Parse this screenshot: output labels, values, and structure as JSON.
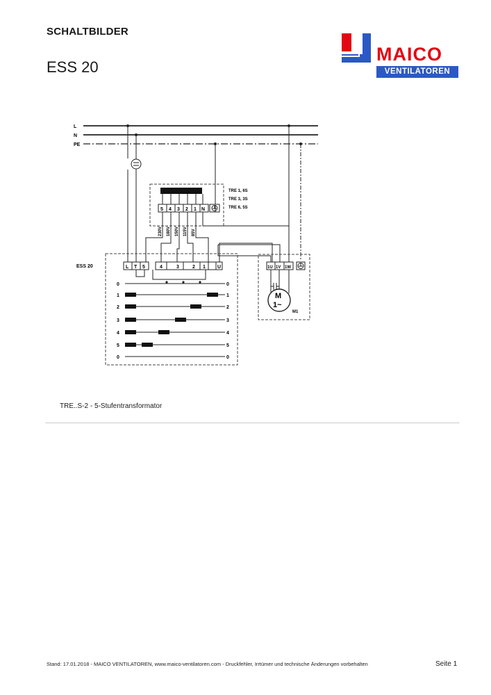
{
  "header": {
    "section_title": "SCHALTBILDER",
    "product": "ESS 20"
  },
  "logo": {
    "brand": "MAICO",
    "sub": "VENTILATOREN",
    "red": "#e30613",
    "blue": "#2b59c3"
  },
  "diagram": {
    "lines": {
      "l": "L",
      "n": "N",
      "pe": "PE"
    },
    "transformer": {
      "labels": [
        "TRE 1, 6S",
        "TRE 3, 3S",
        "TRE 6, 5S"
      ],
      "terminals": [
        "5",
        "4",
        "3",
        "2",
        "1",
        "N"
      ],
      "voltages": [
        "230V",
        "180V",
        "150V",
        "115V",
        "85V"
      ]
    },
    "controller": {
      "label": "ESS 20",
      "terminals": [
        "L",
        "T",
        "5",
        "4",
        "3",
        "2",
        "1",
        "U"
      ],
      "steps": [
        "0",
        "1",
        "2",
        "3",
        "4",
        "5",
        "0"
      ]
    },
    "motor": {
      "terminals": [
        "1U",
        "1V",
        "1W"
      ],
      "symbol": "M",
      "phase": "1~",
      "label": "M1"
    }
  },
  "caption": "TRE..S-2 - 5-Stufentransformator",
  "footer": {
    "text": "Stand: 17.01.2018 - MAICO VENTILATOREN, www.maico-ventilatoren.com - Druckfehler, Irrtümer und technische Änderungen vorbehalten",
    "page": "Seite 1"
  }
}
